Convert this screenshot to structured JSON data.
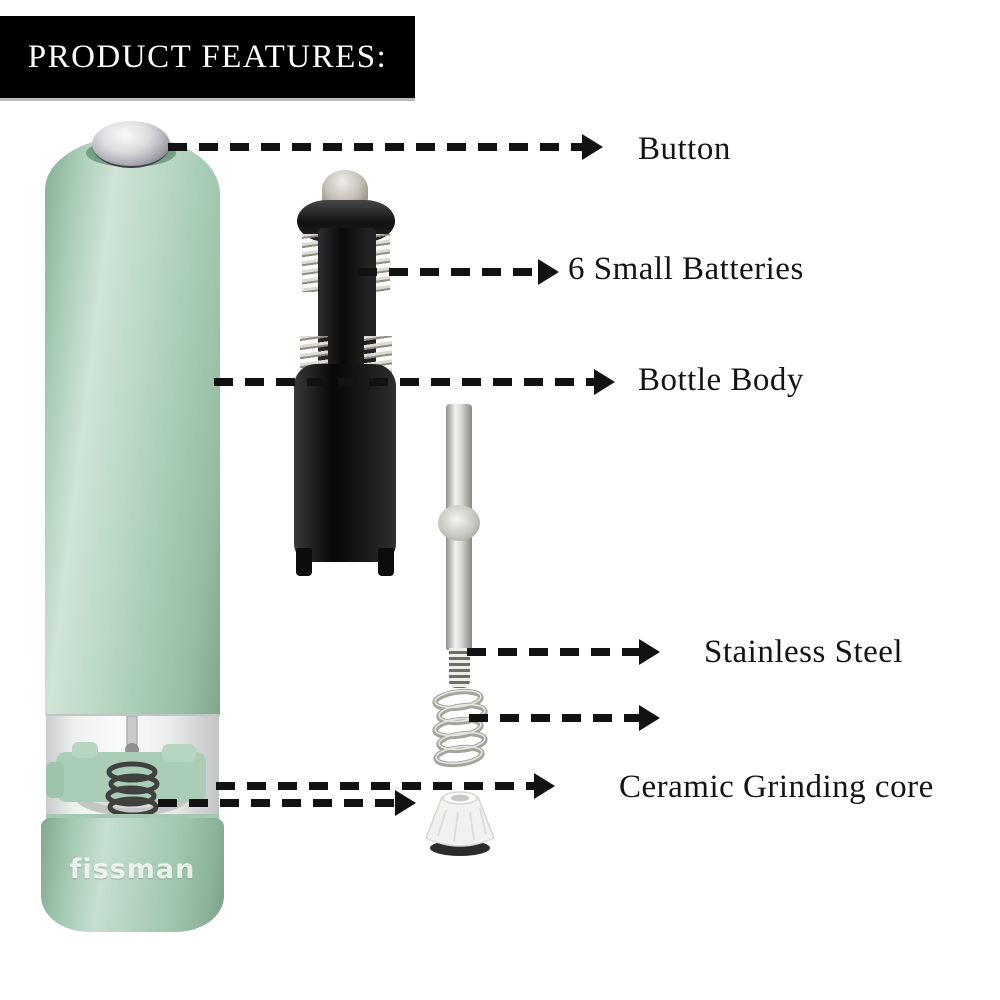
{
  "banner": {
    "title": "PRODUCT FEATURES:"
  },
  "grinder": {
    "brand_logo": "fissman"
  },
  "labels": {
    "button": "Button",
    "batteries": "6 Small Batteries",
    "bottle_body": "Bottle Body",
    "stainless_steel": "Stainless Steel",
    "ceramic_core": "Ceramic Grinding core"
  },
  "icons": {
    "dashed-arrow": "– – ▶",
    "chrome-button": "silver dome",
    "spring": "metal coil",
    "ceramic-core": "white cone"
  },
  "colors": {
    "banner_bg": "#000000",
    "banner_text": "#ffffff",
    "label_text": "#141414",
    "arrow": "#121212",
    "body_mint": "#a7cbb4",
    "body_mint_dark": "#86ad93",
    "chrome": "#c9c9ce",
    "black_part": "#111113",
    "steel": "#d9d9d5",
    "ceramic_white": "#f2f1ef",
    "background": "#ffffff"
  }
}
